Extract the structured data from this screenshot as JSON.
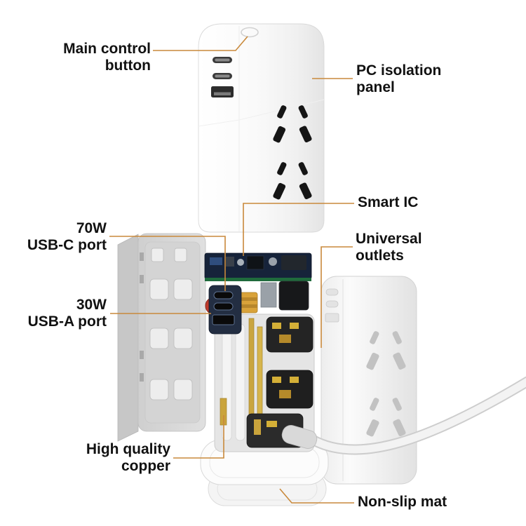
{
  "diagram": {
    "subject": "power-strip-tower-exploded-view",
    "callouts": [
      {
        "id": "main-control-button",
        "label": "Main control\nbutton",
        "side": "left"
      },
      {
        "id": "pc-isolation-panel",
        "label": "PC isolation\npanel",
        "side": "right"
      },
      {
        "id": "smart-ic",
        "label": "Smart IC",
        "side": "right"
      },
      {
        "id": "usb-c-port-70w",
        "label": "70W\nUSB-C port",
        "side": "left"
      },
      {
        "id": "universal-outlets",
        "label": "Universal\noutlets",
        "side": "right"
      },
      {
        "id": "usb-a-port-30w",
        "label": "30W\nUSB-A port",
        "side": "left"
      },
      {
        "id": "high-quality-copper",
        "label": "High quality\ncopper",
        "side": "left"
      },
      {
        "id": "non-slip-mat",
        "label": "Non-slip mat",
        "side": "right"
      }
    ],
    "colors": {
      "background": "#ffffff",
      "callout_line": "#c9893b",
      "label_text": "#111111",
      "pcb_navy": "#16233a",
      "pcb_red": "#bf3a2b",
      "copper_gold": "#c9a53f",
      "shell_gray": "#d9d9d9"
    }
  }
}
